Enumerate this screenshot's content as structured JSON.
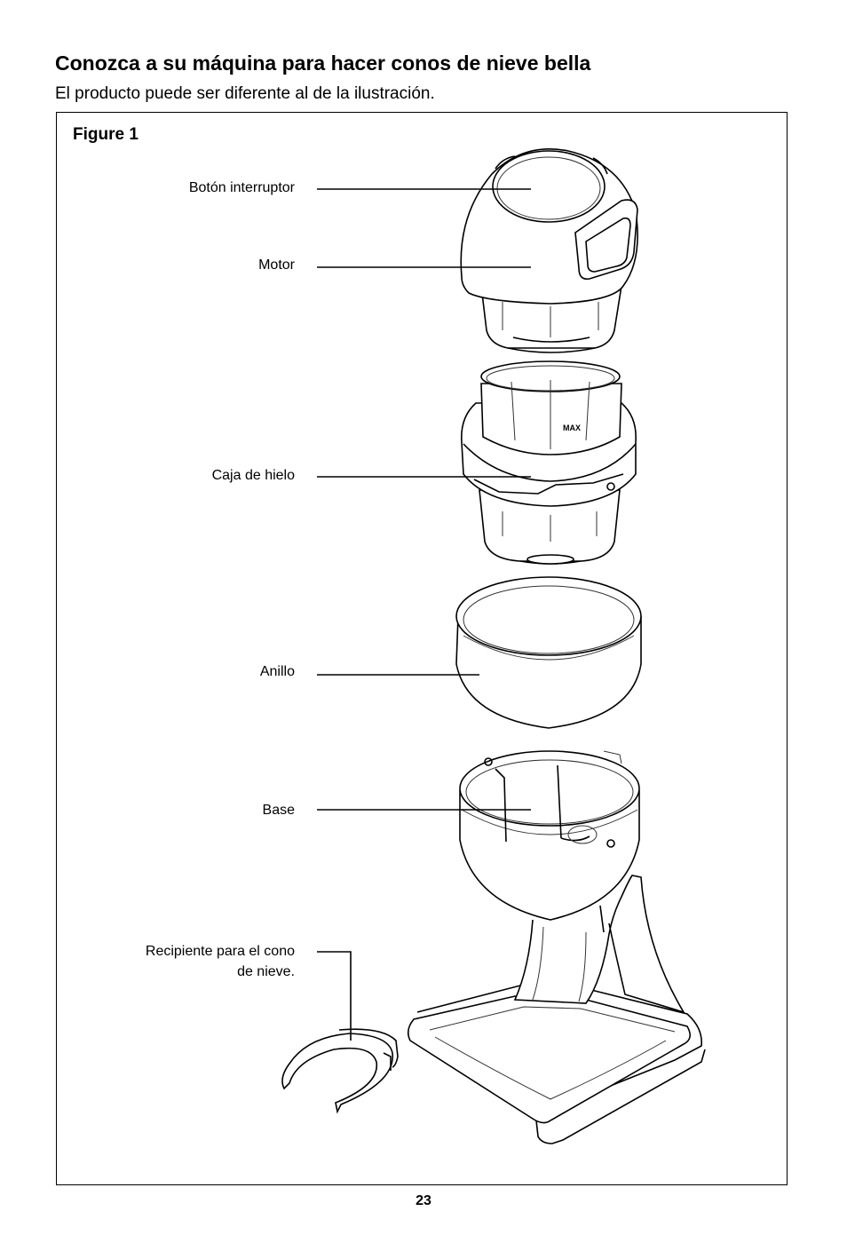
{
  "header": {
    "title": "Conozca a su máquina para hacer conos de nieve bella",
    "subtitle": "El producto puede ser diferente al de la ilustración."
  },
  "figure": {
    "label": "Figure 1",
    "max_mark": "MAX",
    "callouts": {
      "switch": "Botón interruptor",
      "motor": "Motor",
      "ice_box": "Caja de hielo",
      "ring": "Anillo",
      "base": "Base",
      "cone_holder_line1": "Recipiente para el cono",
      "cone_holder_line2": "de nieve."
    }
  },
  "footer": {
    "page_number": "23"
  }
}
